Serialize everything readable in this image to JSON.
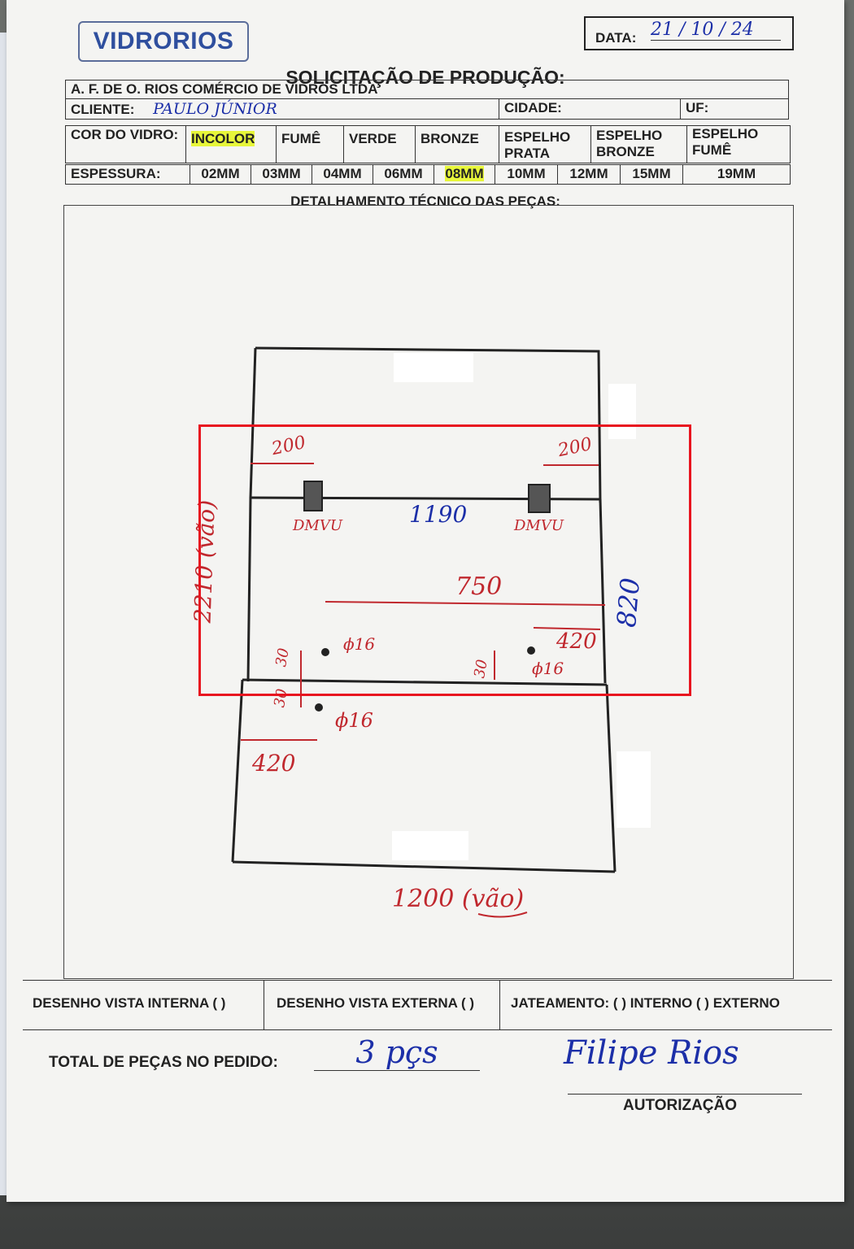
{
  "header": {
    "logo_text": "VIDRORIOS",
    "date_label": "DATA:",
    "date_value": "21 / 10 / 24",
    "title": "SOLICITAÇÃO DE PRODUÇÃO:"
  },
  "company": "A. F. DE O. RIOS COMÉRCIO DE VIDROS LTDA",
  "client": {
    "label": "CLIENTE:",
    "value": "PAULO JÚNIOR",
    "city_label": "CIDADE:",
    "uf_label": "UF:"
  },
  "glass_color": {
    "label": "COR DO VIDRO:",
    "options": [
      "INCOLOR",
      "FUMÊ",
      "VERDE",
      "BRONZE",
      "ESPELHO PRATA",
      "ESPELHO BRONZE",
      "ESPELHO FUMÊ"
    ],
    "selected": "INCOLOR"
  },
  "thickness": {
    "label": "ESPESSURA:",
    "options": [
      "02MM",
      "03MM",
      "04MM",
      "06MM",
      "08MM",
      "10MM",
      "12MM",
      "15MM",
      "19MM"
    ],
    "selected": "08MM"
  },
  "section_title": "DETALHAMENTO TÉCNICO DAS PEÇAS:",
  "drawing": {
    "dim_200_left": "200",
    "dim_200_right": "200",
    "dmvu_left": "DMVU",
    "dmvu_right": "DMVU",
    "dim_1190": "1190",
    "dim_750": "750",
    "dim_820": "820",
    "dim_2210": "2210 (vão)",
    "hole_d16_left": "ϕ16",
    "hole_d16_right": "ϕ16",
    "hole_d16_lower": "ϕ16",
    "dim_420_right": "420",
    "dim_420_left": "420",
    "dim_30_a": "30",
    "dim_30_b": "30",
    "dim_30_c": "30",
    "dim_1200": "1200 (vão)"
  },
  "footer": {
    "view_internal": "DESENHO VISTA INTERNA ( )",
    "view_external": "DESENHO VISTA EXTERNA ( )",
    "blasting": "JATEAMENTO: ( ) INTERNO ( ) EXTERNO",
    "total_label": "TOTAL DE PEÇAS NO PEDIDO:",
    "total_value": "3 pçs",
    "signature": "Filipe Rios",
    "authorization_label": "AUTORIZAÇÃO"
  },
  "colors": {
    "ink_blue": "#1c2fa8",
    "ink_red": "#c0282e",
    "highlight": "#e7f63a",
    "logo_blue": "#2f4f9e",
    "annotation_box": "#e8141f"
  }
}
